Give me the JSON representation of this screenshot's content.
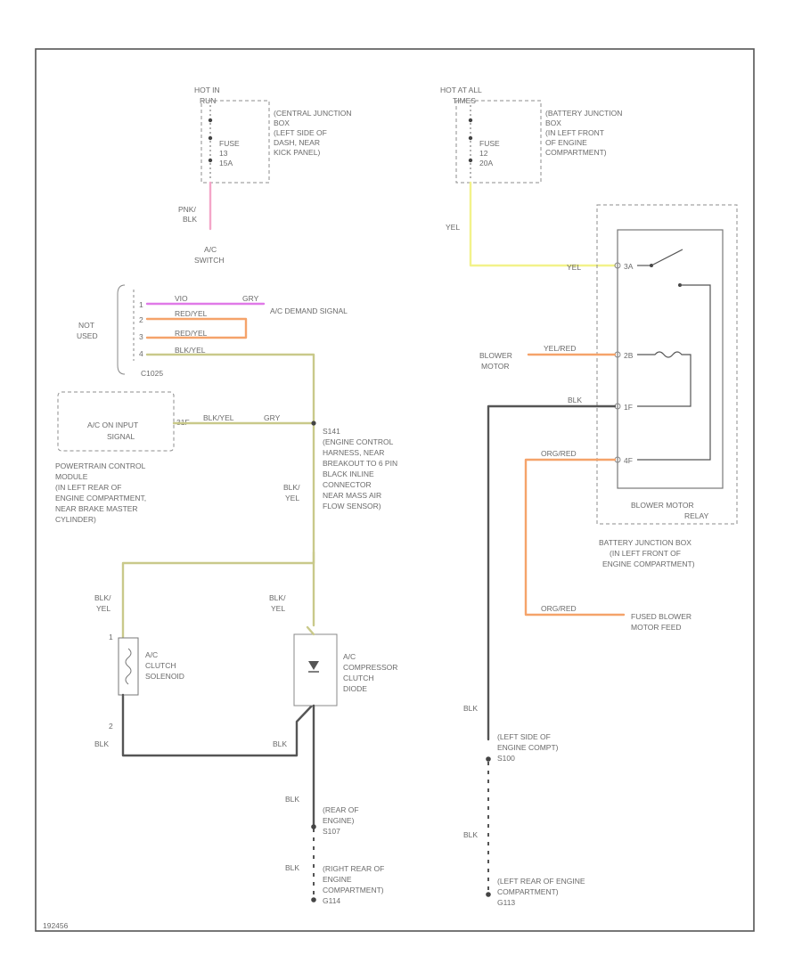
{
  "colors": {
    "pink": "#f4a6c8",
    "violet": "#e07ae8",
    "orange": "#f5a36a",
    "olive": "#c9c98a",
    "yellow": "#f2f28a",
    "black": "#555555"
  },
  "left": {
    "hot_label": [
      "HOT IN",
      "RUN"
    ],
    "fuse_label": [
      "FUSE",
      "13",
      "15A"
    ],
    "junction_label": [
      "(CENTRAL JUNCTION",
      "BOX",
      "(LEFT SIDE OF",
      "DASH, NEAR",
      "KICK PANEL)"
    ],
    "wire_color": [
      "PNK/",
      "BLK"
    ],
    "switch_label": [
      "A/C",
      "SWITCH"
    ],
    "not_used": [
      "NOT",
      "USED"
    ],
    "connector_label": "C1025",
    "pins": [
      {
        "num": "1",
        "wire": "VIO",
        "end": "GRY"
      },
      {
        "num": "2",
        "wire": "RED/YEL"
      },
      {
        "num": "3",
        "wire": "RED/YEL"
      },
      {
        "num": "4",
        "wire": "BLK/YEL"
      }
    ],
    "demand_signal": "A/C DEMAND SIGNAL",
    "pcm_input": [
      "A/C ON INPUT",
      "SIGNAL"
    ],
    "pcm_pin": "31F",
    "pcm_wire": "BLK/YEL",
    "pcm_wire2": "GRY",
    "pcm_label": [
      "POWERTRAIN CONTROL",
      "MODULE",
      "(IN LEFT REAR OF",
      "ENGINE COMPARTMENT,",
      "NEAR BRAKE MASTER",
      "CYLINDER)"
    ],
    "splice_label": [
      "S141",
      "(ENGINE CONTROL",
      "HARNESS, NEAR",
      "BREAKOUT TO 6 PIN",
      "BLACK INLINE",
      "CONNECTOR",
      "NEAR MASS AIR",
      "FLOW SENSOR)"
    ],
    "blk_yel_1": [
      "BLK/",
      "YEL"
    ],
    "blk_yel_2": [
      "BLK/",
      "YEL"
    ],
    "blk_yel_3": [
      "BLK/",
      "YEL"
    ],
    "clutch_label": [
      "A/C",
      "CLUTCH",
      "SOLENOID"
    ],
    "clutch_pin1": "1",
    "clutch_pin2": "2",
    "diode_label": [
      "A/C",
      "COMPRESSOR",
      "CLUTCH",
      "DIODE"
    ],
    "blk_a": "BLK",
    "blk_b": "BLK",
    "blk_c": "BLK",
    "blk_d": "BLK",
    "ground1": [
      "(REAR OF",
      "ENGINE)",
      "S107"
    ],
    "ground2": [
      "(RIGHT REAR OF",
      "ENGINE",
      "COMPARTMENT)",
      "G114"
    ]
  },
  "right": {
    "hot_label": [
      "HOT AT ALL",
      "TIMES"
    ],
    "fuse_label": [
      "FUSE",
      "12",
      "20A"
    ],
    "junction_label": [
      "(BATTERY JUNCTION",
      "BOX",
      "(IN LEFT FRONT",
      "OF ENGINE",
      "COMPARTMENT)"
    ],
    "yel_a": "YEL",
    "yel_b": "YEL",
    "relay_pins": [
      "3A",
      "2B",
      "1F",
      "4F"
    ],
    "blower_motor": [
      "BLOWER",
      "MOTOR"
    ],
    "wire_yel_red": "YEL/RED",
    "wire_blk": "BLK",
    "wire_org_red": "ORG/RED",
    "wire_org_red2": "ORG/RED",
    "relay_label": [
      "BLOWER MOTOR",
      "RELAY"
    ],
    "bjb_label": [
      "BATTERY JUNCTION BOX",
      "(IN LEFT FRONT OF",
      "ENGINE COMPARTMENT)"
    ],
    "fused_label": [
      "FUSED BLOWER",
      "MOTOR FEED"
    ],
    "blk_e": "BLK",
    "blk_f": "BLK",
    "ground1": [
      "(LEFT SIDE OF",
      "ENGINE COMPT)",
      "S100"
    ],
    "ground2": [
      "(LEFT REAR OF ENGINE",
      "COMPARTMENT)",
      "G113"
    ]
  },
  "footer_code": "192456"
}
